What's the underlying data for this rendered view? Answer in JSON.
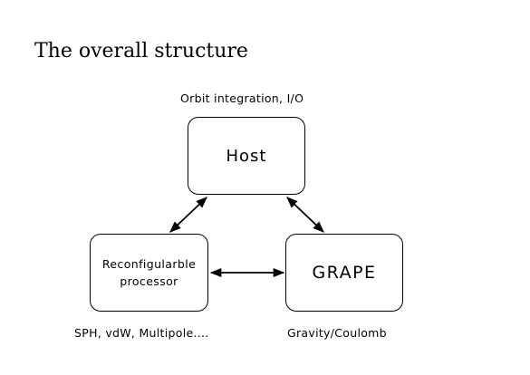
{
  "title": "The overall structure",
  "nodes": {
    "host": {
      "label": "Host",
      "annotation": "Orbit integration, I/O"
    },
    "reconfigurable": {
      "label": "Reconfigularble\nprocessor",
      "annotation": "SPH, vdW, Multipole...."
    },
    "grape": {
      "label": "GRAPE",
      "annotation": "Gravity/Coulomb"
    }
  },
  "edges": [
    {
      "from": "host",
      "to": "reconfigurable",
      "direction": "bidirectional"
    },
    {
      "from": "host",
      "to": "grape",
      "direction": "bidirectional"
    },
    {
      "from": "reconfigurable",
      "to": "grape",
      "direction": "bidirectional"
    }
  ],
  "colors": {
    "background": "#ffffff",
    "foreground": "#000000"
  }
}
